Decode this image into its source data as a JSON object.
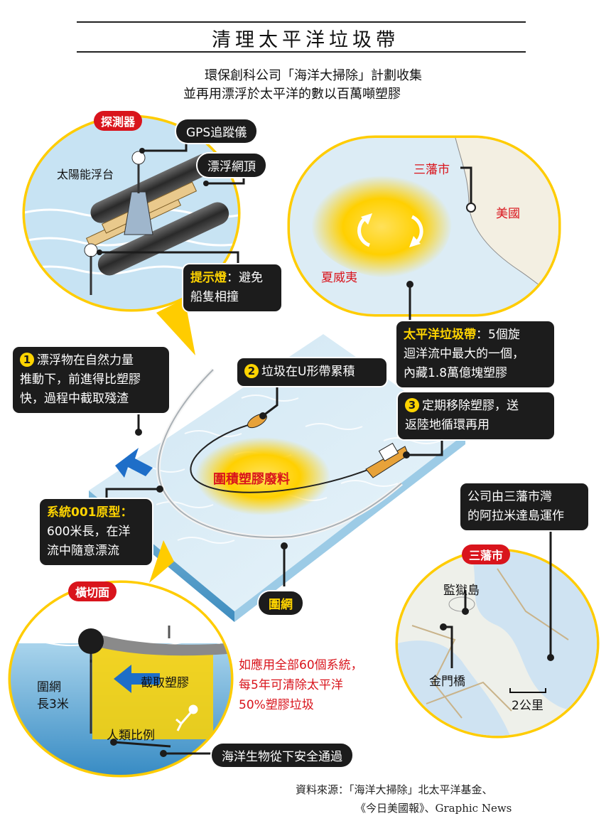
{
  "title": "清理太平洋垃圾帶",
  "subtitle": {
    "line1": "環保創科公司「海洋大掃除」計劃收集",
    "line2": "並再用漂浮於太平洋的數以百萬噸塑膠"
  },
  "detector": {
    "tag": "探測器",
    "gps": "GPS追蹤儀",
    "top": "漂浮網頂",
    "solar": "太陽能浮台",
    "light_hl": "提示燈",
    "light_line1": "：避免",
    "light_line2": "船隻相撞"
  },
  "map_pacific": {
    "sf": "三藩市",
    "usa": "美國",
    "hawaii": "夏威夷"
  },
  "gyre_box": {
    "hl": "太平洋垃圾帶",
    "text1": "：5個旋",
    "text2": "迴洋流中最大的一個，",
    "text3": "內藏1.8萬億塊塑膠"
  },
  "steps": {
    "s1_num": "1",
    "s1_line1": "漂浮物在自然力量",
    "s1_line2": "推動下，前進得比塑膠",
    "s1_line3": "快，過程中截取殘渣",
    "s2_num": "2",
    "s2_text": "垃圾在U形帶累積",
    "s3_num": "3",
    "s3_line1": "定期移除塑膠，送",
    "s3_line2": "返陸地循環再用"
  },
  "plastic_label": "圍積塑膠廢料",
  "system_box": {
    "hl": "系統001原型",
    "colon": "：",
    "line2": "600米長，在洋",
    "line3": "流中隨意漂流"
  },
  "net_label": "圍網",
  "company_box": {
    "line1": "公司由三藩市灣",
    "line2": "的阿拉米達島運作"
  },
  "sf_map": {
    "tag": "三藩市",
    "alcatraz": "監獄島",
    "golden_gate": "金門橋",
    "scale": "2公里"
  },
  "cross_section": {
    "tag": "橫切面",
    "net1": "圍網",
    "net2": "長3米",
    "capture": "截取塑膠",
    "human": "人類比例"
  },
  "marine_box": "海洋生物從下安全通過",
  "red_note": {
    "line1": "如應用全部60個系統，",
    "line2": "每5年可清除太平洋",
    "line3": "50%塑膠垃圾"
  },
  "source": {
    "line1": "資料來源：「海洋大掃除」北太平洋基金、",
    "line2": "《今日美國報》、Graphic News"
  },
  "colors": {
    "accent_yellow": "#ffd400",
    "box_dark": "#1c1c1c",
    "tag_red": "#d9141c",
    "sea_blue": "#d7e9f4"
  }
}
